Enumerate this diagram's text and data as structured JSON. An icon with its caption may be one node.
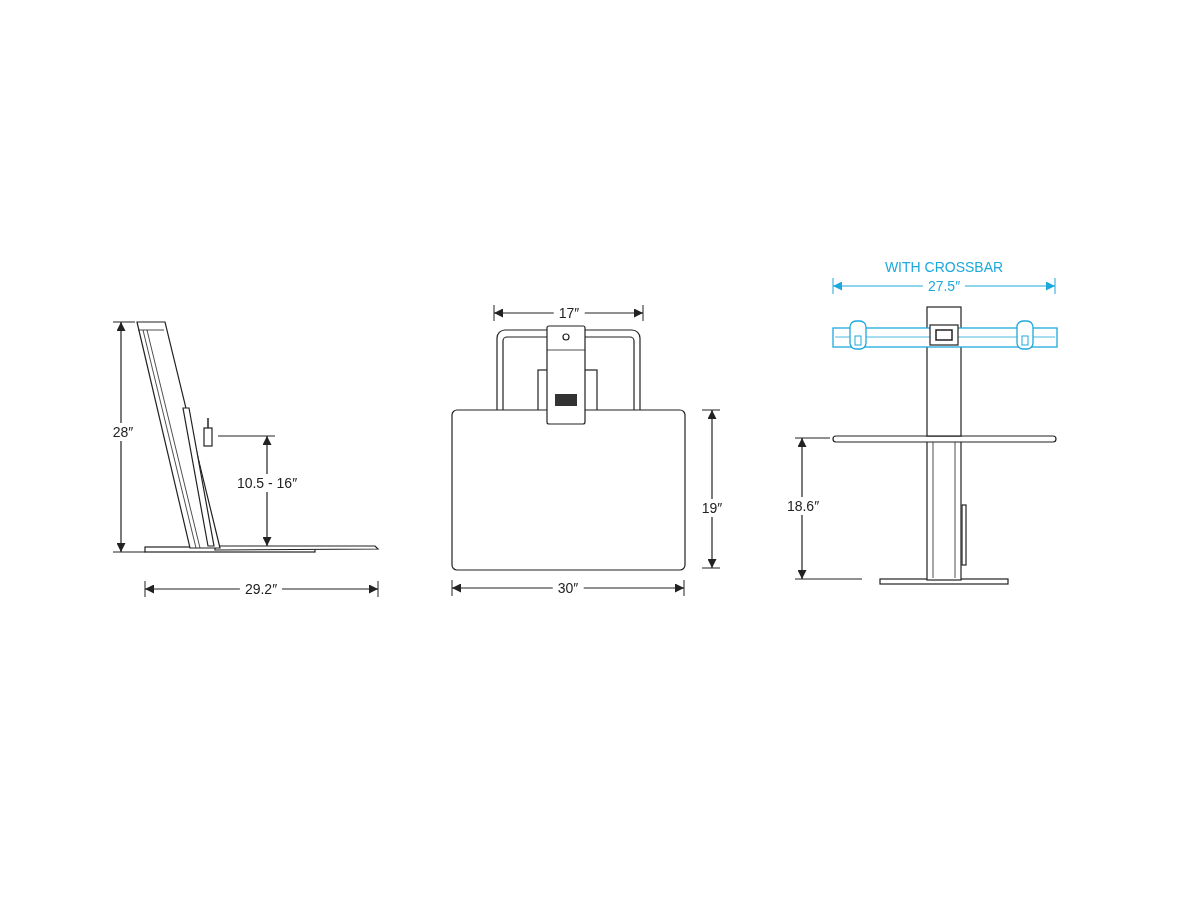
{
  "diagram": {
    "labels": [
      "WITH CROSSBAR",
      "27.5″",
      "17″",
      "28″",
      "10.5 - 16″",
      "19″",
      "18.6″",
      "29.2″",
      "30″"
    ]
  }
}
